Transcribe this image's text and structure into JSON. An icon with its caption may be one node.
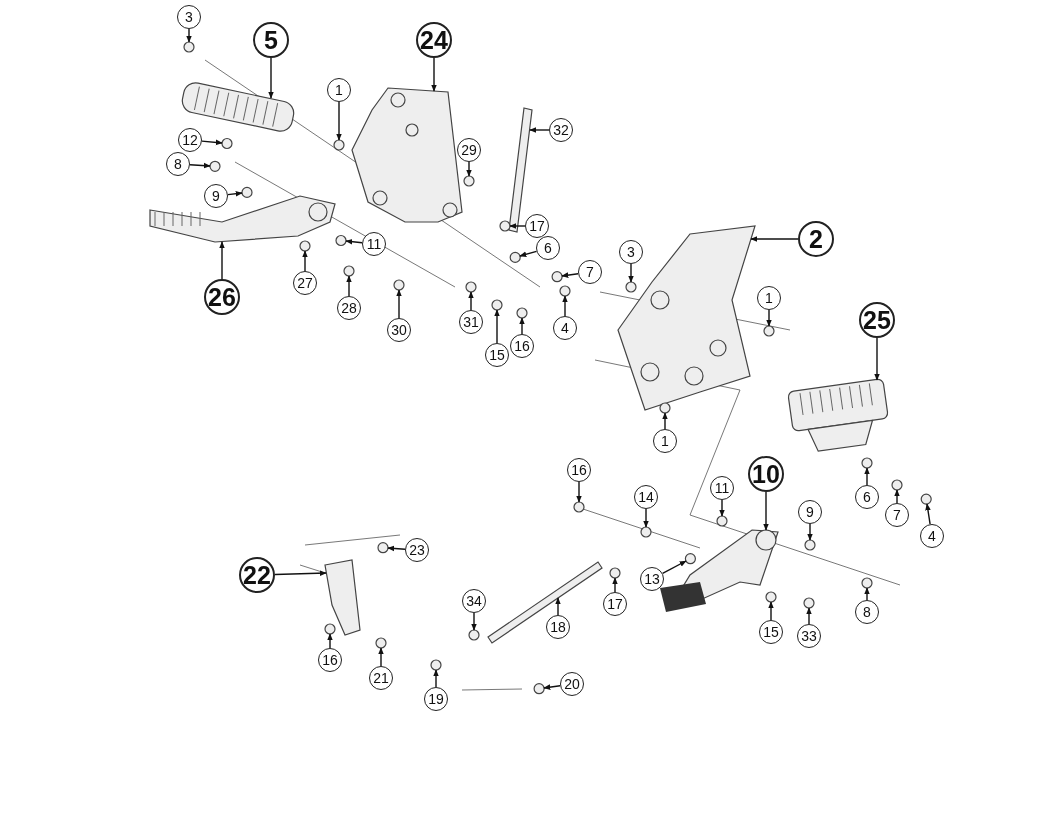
{
  "diagram": {
    "nodes": [
      {
        "text": [
          "3"
        ]
      },
      {
        "text": [
          "5"
        ]
      },
      {
        "text": [
          "24"
        ]
      },
      {
        "text": [
          "1"
        ]
      },
      {
        "text": [
          "32"
        ]
      },
      {
        "text": [
          "12"
        ]
      },
      {
        "text": [
          "29"
        ]
      },
      {
        "text": [
          "8"
        ]
      },
      {
        "text": [
          "9"
        ]
      },
      {
        "text": [
          "17"
        ]
      },
      {
        "text": [
          "26"
        ]
      },
      {
        "text": [
          "11"
        ]
      },
      {
        "text": [
          "6"
        ]
      },
      {
        "text": [
          "7"
        ]
      },
      {
        "text": [
          "27"
        ]
      },
      {
        "text": [
          "28"
        ]
      },
      {
        "text": [
          "30"
        ]
      },
      {
        "text": [
          "31"
        ]
      },
      {
        "text": [
          "15"
        ]
      },
      {
        "text": [
          "16"
        ]
      },
      {
        "text": [
          "4"
        ]
      },
      {
        "text": [
          "3"
        ]
      },
      {
        "text": [
          "2"
        ]
      },
      {
        "text": [
          "1"
        ]
      },
      {
        "text": [
          "25"
        ]
      },
      {
        "text": [
          "1"
        ]
      },
      {
        "text": [
          "16"
        ]
      },
      {
        "text": [
          "14"
        ]
      },
      {
        "text": [
          "11"
        ]
      },
      {
        "text": [
          "10"
        ]
      },
      {
        "text": [
          "9"
        ]
      },
      {
        "text": [
          "6"
        ]
      },
      {
        "text": [
          "7"
        ]
      },
      {
        "text": [
          "4"
        ]
      },
      {
        "text": [
          "23"
        ]
      },
      {
        "text": [
          "22"
        ]
      },
      {
        "text": [
          "13"
        ]
      },
      {
        "text": [
          "17"
        ]
      },
      {
        "text": [
          "34"
        ]
      },
      {
        "text": [
          "18"
        ]
      },
      {
        "text": [
          "15"
        ]
      },
      {
        "text": [
          "33"
        ]
      },
      {
        "text": [
          "8"
        ]
      },
      {
        "text": [
          "16"
        ]
      },
      {
        "text": [
          "21"
        ]
      },
      {
        "text": [
          "19"
        ]
      },
      {
        "text": [
          "20"
        ]
      },
      {
        "text": [],
        "shape": "circle"
      },
      {
        "text": [],
        "shape": "picture"
      },
      {
        "text": [],
        "shape": "picture"
      },
      {
        "text": [],
        "shape": "circle"
      },
      {
        "text": [],
        "shape": "picture"
      },
      {
        "text": [],
        "shape": "circle"
      },
      {
        "text": [],
        "shape": "circle"
      },
      {
        "text": [],
        "shape": "circle"
      },
      {
        "text": [],
        "shape": "circle"
      },
      {
        "text": [],
        "shape": "circle"
      },
      {
        "text": [],
        "shape": "picture"
      },
      {
        "text": [],
        "shape": "circle"
      },
      {
        "text": [],
        "shape": "circle"
      },
      {
        "text": [],
        "shape": "circle"
      },
      {
        "text": [],
        "shape": "circle"
      },
      {
        "text": [],
        "shape": "circle"
      },
      {
        "text": [],
        "shape": "circle"
      },
      {
        "text": [],
        "shape": "circle"
      },
      {
        "text": [],
        "shape": "circle"
      },
      {
        "text": [],
        "shape": "circle"
      },
      {
        "text": [],
        "shape": "circle"
      },
      {
        "text": [],
        "shape": "circle"
      },
      {
        "text": [],
        "shape": "picture"
      },
      {
        "text": [],
        "shape": "circle"
      },
      {
        "text": [],
        "shape": "picture"
      },
      {
        "text": [],
        "shape": "circle"
      },
      {
        "text": [],
        "shape": "circle"
      },
      {
        "text": [],
        "shape": "circle"
      },
      {
        "text": [],
        "shape": "circle"
      },
      {
        "text": [],
        "shape": "picture"
      },
      {
        "text": [],
        "shape": "circle"
      },
      {
        "text": [],
        "shape": "circle"
      },
      {
        "text": [],
        "shape": "circle"
      },
      {
        "text": [],
        "shape": "circle"
      },
      {
        "text": [],
        "shape": "circle"
      },
      {
        "text": [],
        "shape": "picture"
      },
      {
        "text": [],
        "shape": "circle"
      },
      {
        "text": [],
        "shape": "circle"
      },
      {
        "text": [],
        "shape": "circle"
      },
      {
        "text": [],
        "shape": "picture"
      },
      {
        "text": [],
        "shape": "circle"
      },
      {
        "text": [],
        "shape": "circle"
      },
      {
        "text": [],
        "shape": "circle"
      },
      {
        "text": [],
        "shape": "circle"
      },
      {
        "text": [],
        "shape": "circle"
      },
      {
        "text": [],
        "shape": "circle"
      },
      {
        "text": [],
        "shape": "circle"
      }
    ],
    "edges": [
      {
        "from": 0,
        "to": 47,
        "arrow": "to"
      },
      {
        "from": 1,
        "to": 48,
        "arrow": "to"
      },
      {
        "from": 2,
        "to": 49,
        "arrow": "to"
      },
      {
        "from": 3,
        "to": 50,
        "arrow": "to"
      },
      {
        "from": 4,
        "to": 51,
        "arrow": "to"
      },
      {
        "from": 5,
        "to": 52,
        "arrow": "to"
      },
      {
        "from": 6,
        "to": 53,
        "arrow": "to"
      },
      {
        "from": 7,
        "to": 54,
        "arrow": "to"
      },
      {
        "from": 8,
        "to": 55,
        "arrow": "to"
      },
      {
        "from": 9,
        "to": 56,
        "arrow": "to"
      },
      {
        "from": 10,
        "to": 57,
        "arrow": "to"
      },
      {
        "from": 11,
        "to": 58,
        "arrow": "to"
      },
      {
        "from": 12,
        "to": 59,
        "arrow": "to"
      },
      {
        "from": 13,
        "to": 60,
        "arrow": "to"
      },
      {
        "from": 14,
        "to": 61,
        "arrow": "to"
      },
      {
        "from": 15,
        "to": 62,
        "arrow": "to"
      },
      {
        "from": 16,
        "to": 63,
        "arrow": "to"
      },
      {
        "from": 17,
        "to": 64,
        "arrow": "to"
      },
      {
        "from": 18,
        "to": 65,
        "arrow": "to"
      },
      {
        "from": 19,
        "to": 66,
        "arrow": "to"
      },
      {
        "from": 20,
        "to": 67,
        "arrow": "to"
      },
      {
        "from": 21,
        "to": 68,
        "arrow": "to"
      },
      {
        "from": 22,
        "to": 69,
        "arrow": "to"
      },
      {
        "from": 23,
        "to": 70,
        "arrow": "to"
      },
      {
        "from": 24,
        "to": 71,
        "arrow": "to"
      },
      {
        "from": 25,
        "to": 72,
        "arrow": "to"
      },
      {
        "from": 26,
        "to": 73,
        "arrow": "to"
      },
      {
        "from": 27,
        "to": 74,
        "arrow": "to"
      },
      {
        "from": 28,
        "to": 75,
        "arrow": "to"
      },
      {
        "from": 29,
        "to": 76,
        "arrow": "to"
      },
      {
        "from": 30,
        "to": 77,
        "arrow": "to"
      },
      {
        "from": 31,
        "to": 78,
        "arrow": "to"
      },
      {
        "from": 32,
        "to": 79,
        "arrow": "to"
      },
      {
        "from": 33,
        "to": 80,
        "arrow": "to"
      },
      {
        "from": 34,
        "to": 81,
        "arrow": "to"
      },
      {
        "from": 35,
        "to": 82,
        "arrow": "to"
      },
      {
        "from": 36,
        "to": 83,
        "arrow": "to"
      },
      {
        "from": 37,
        "to": 84,
        "arrow": "to"
      },
      {
        "from": 38,
        "to": 85,
        "arrow": "to"
      },
      {
        "from": 39,
        "to": 86,
        "arrow": "to"
      },
      {
        "from": 40,
        "to": 87,
        "arrow": "to"
      },
      {
        "from": 41,
        "to": 88,
        "arrow": "to"
      },
      {
        "from": 42,
        "to": 89,
        "arrow": "to"
      },
      {
        "from": 43,
        "to": 90,
        "arrow": "to"
      },
      {
        "from": 44,
        "to": 91,
        "arrow": "to"
      },
      {
        "from": 45,
        "to": 92,
        "arrow": "to"
      },
      {
        "from": 46,
        "to": 93,
        "arrow": "to"
      }
    ]
  }
}
